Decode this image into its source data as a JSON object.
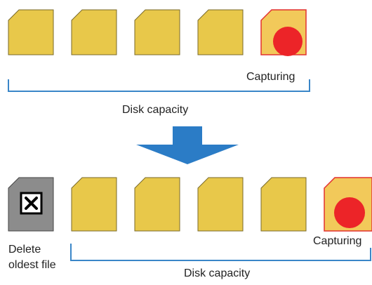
{
  "top_row": {
    "capturing_label": "Capturing",
    "capacity_label": "Disk capacity"
  },
  "bottom_row": {
    "delete_label_line1": "Delete",
    "delete_label_line2": "oldest file",
    "capturing_label": "Capturing",
    "capacity_label": "Disk capacity"
  },
  "colors": {
    "file_fill": "#e8c84a",
    "file_stroke": "#7a6a2a",
    "capturing_fill": "#f2c95a",
    "capturing_stroke": "#e23030",
    "record_dot": "#ec2428",
    "deleted_fill": "#8c8c8c",
    "deleted_stroke": "#444444",
    "bracket": "#3a86c8",
    "arrow": "#2b7cc6"
  },
  "icons": {
    "file": "file-card-icon",
    "record": "record-dot-icon",
    "delete": "x-box-icon",
    "arrow": "down-arrow-icon"
  }
}
